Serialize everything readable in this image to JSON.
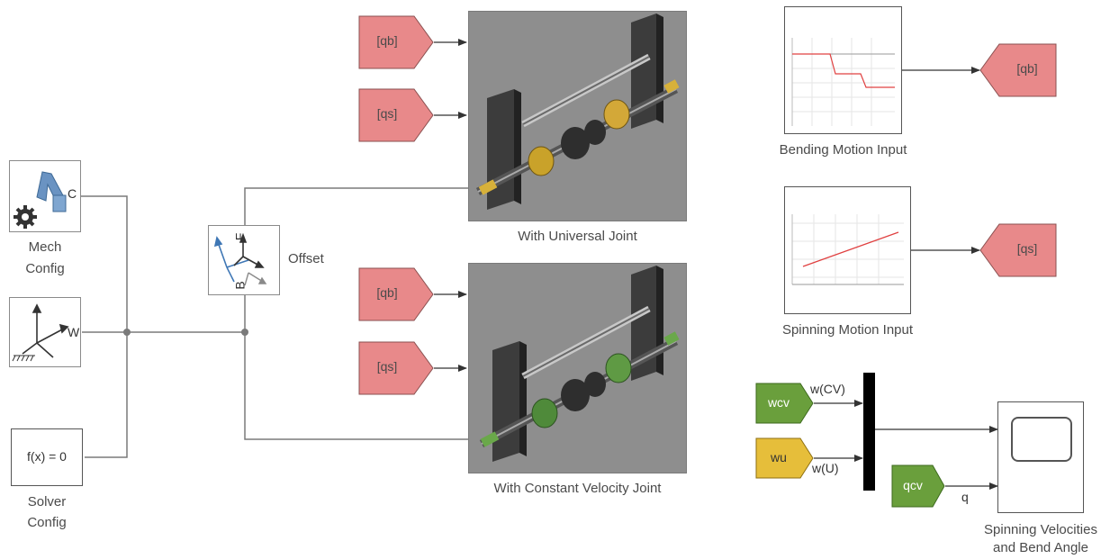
{
  "blocks": {
    "mech_config": {
      "label_l1": "Mech",
      "label_l2": "Config",
      "port": "C"
    },
    "world_frame": {
      "port": "W"
    },
    "solver_config": {
      "text": "f(x) = 0",
      "label_l1": "Solver",
      "label_l2": "Config"
    },
    "offset": {
      "label": "Offset",
      "port_b": "B",
      "port_f": "F"
    },
    "universal_joint": {
      "label": "With Universal Joint"
    },
    "cv_joint": {
      "label": "With Constant Velocity Joint"
    },
    "bending_input": {
      "label": "Bending Motion Input"
    },
    "spinning_input": {
      "label": "Spinning Motion Input"
    },
    "scope": {
      "label_l1": "Spinning Velocities",
      "label_l2": "and Bend Angle"
    }
  },
  "tags": {
    "from_qb_1": "[qb]",
    "from_qs_1": "[qs]",
    "from_qb_2": "[qb]",
    "from_qs_2": "[qs]",
    "goto_qb": "[qb]",
    "goto_qs": "[qs]",
    "wcv": "wcv",
    "wu": "wu",
    "qcv": "qcv"
  },
  "signal_labels": {
    "w_cv": "w(CV)",
    "w_u": "w(U)",
    "q": "q"
  },
  "colors": {
    "tag_red": "#e8898a",
    "tag_green": "#6a9f3c",
    "tag_yellow": "#e6be3a",
    "wire": "#7a7a7a",
    "signal_red": "#e04040"
  }
}
